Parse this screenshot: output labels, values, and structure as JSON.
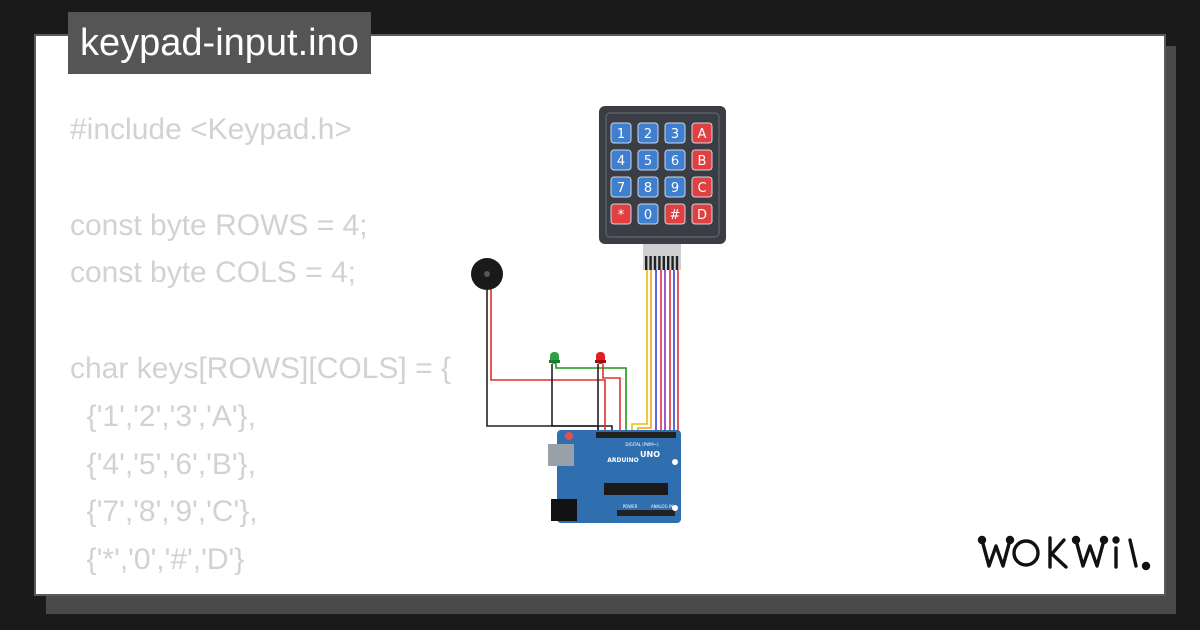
{
  "title": "keypad-input.ino",
  "code_lines": [
    "#include <Keypad.h>",
    "",
    "const byte ROWS = 4;",
    "const byte COLS = 4;",
    "",
    "char keys[ROWS][COLS] = {",
    "  {'1','2','3','A'},",
    "  {'4','5','6','B'},",
    "  {'7','8','9','C'},",
    "  {'*','0','#','D'}",
    "};"
  ],
  "keypad": {
    "rows": [
      [
        "1",
        "2",
        "3",
        "A"
      ],
      [
        "4",
        "5",
        "6",
        "B"
      ],
      [
        "7",
        "8",
        "9",
        "C"
      ],
      [
        "*",
        "0",
        "#",
        "D"
      ]
    ]
  },
  "board": {
    "brand": "ARDUINO",
    "model": "UNO",
    "digital_label": "DIGITAL (PWM~)",
    "analog_label": "ANALOG IN",
    "power_label": "POWER"
  },
  "brand_logo": "WOKWI",
  "colors": {
    "key_blue": "#3f7fd0",
    "key_red": "#e04040",
    "keypad_body": "#3a3d44",
    "board": "#2f6fb0",
    "led_green": "#2ea043",
    "led_red": "#e02020",
    "wire_red": "#e03030",
    "wire_black": "#222222",
    "wire_green": "#1a9a1a"
  }
}
